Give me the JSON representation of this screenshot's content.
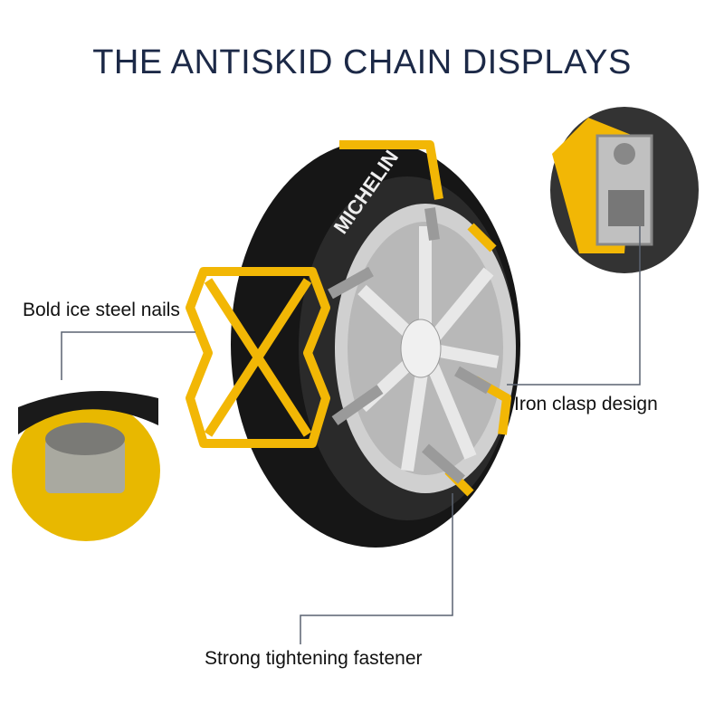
{
  "title": "THE ANTISKID CHAIN DISPLAYS",
  "tire_brand": "MICHELIN",
  "callouts": [
    {
      "label": "Bold ice steel nails"
    },
    {
      "label": "Iron clasp design"
    },
    {
      "label": "Strong tightening fastener"
    }
  ],
  "colors": {
    "title": "#1c2947",
    "chain_yellow": "#f2b705",
    "tire": "#1a1a1a",
    "rim": "#c8c8c8",
    "leader_line": "#5a6270"
  }
}
